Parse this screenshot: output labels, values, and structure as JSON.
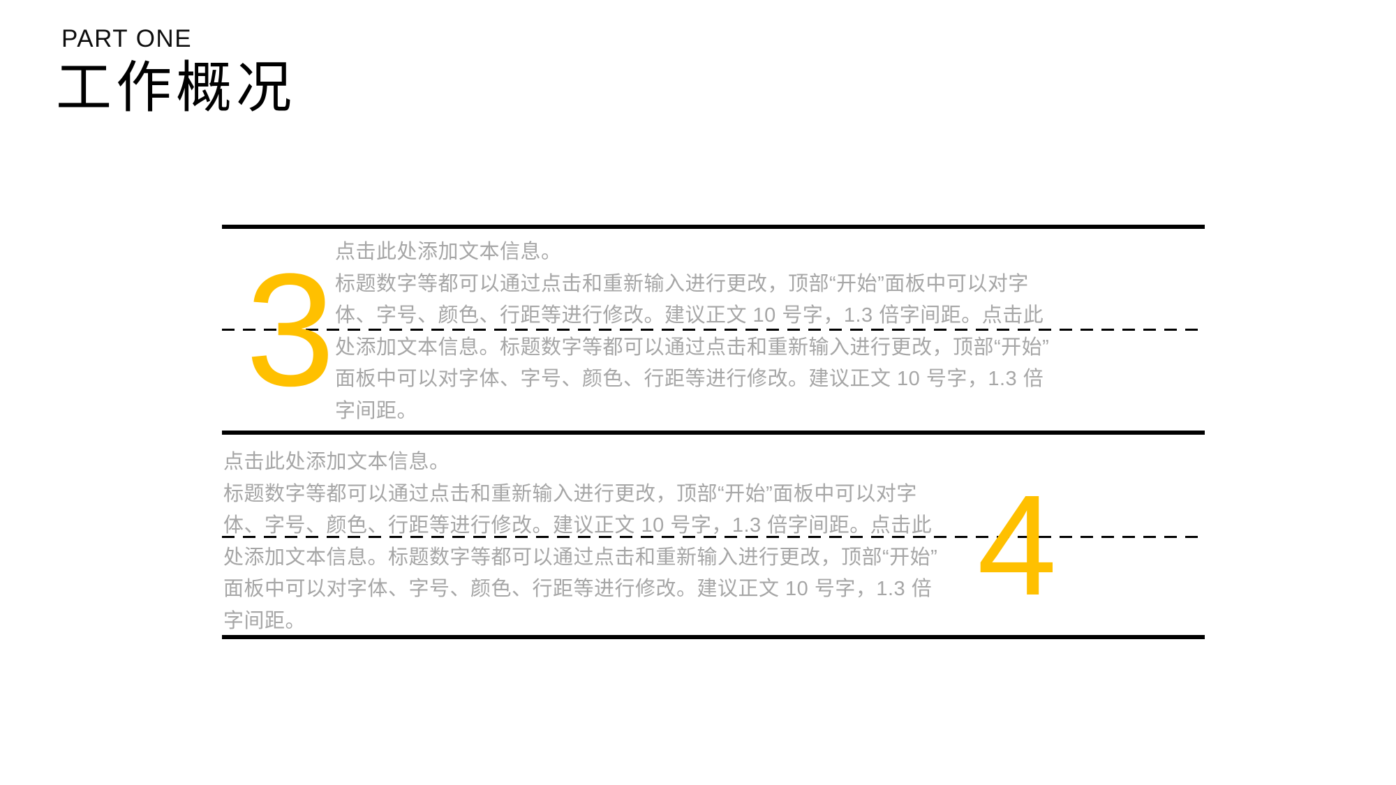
{
  "header": {
    "kicker": "PART ONE",
    "title": "工作概况"
  },
  "sections": [
    {
      "number": "3",
      "lines": [
        "点击此处添加文本信息。",
        "标题数字等都可以通过点击和重新输入进行更改，顶部“开始”面板中可以对字",
        "体、字号、颜色、行距等进行修改。建议正文 10 号字，1.3 倍字间距。点击此",
        "处添加文本信息。标题数字等都可以通过点击和重新输入进行更改，顶部“开始”",
        "面板中可以对字体、字号、颜色、行距等进行修改。建议正文 10 号字，1.3 倍",
        "字间距。"
      ]
    },
    {
      "number": "4",
      "lines": [
        "点击此处添加文本信息。",
        "标题数字等都可以通过点击和重新输入进行更改，顶部“开始”面板中可以对字",
        "体、字号、颜色、行距等进行修改。建议正文 10 号字，1.3 倍字间距。点击此",
        "处添加文本信息。标题数字等都可以通过点击和重新输入进行更改，顶部“开始”",
        "面板中可以对字体、字号、颜色、行距等进行修改。建议正文 10 号字，1.3 倍",
        "字间距。"
      ]
    }
  ],
  "colors": {
    "accent": "#FFC000",
    "body_text": "#A6A6A6",
    "rule": "#000000",
    "title": "#000000"
  }
}
